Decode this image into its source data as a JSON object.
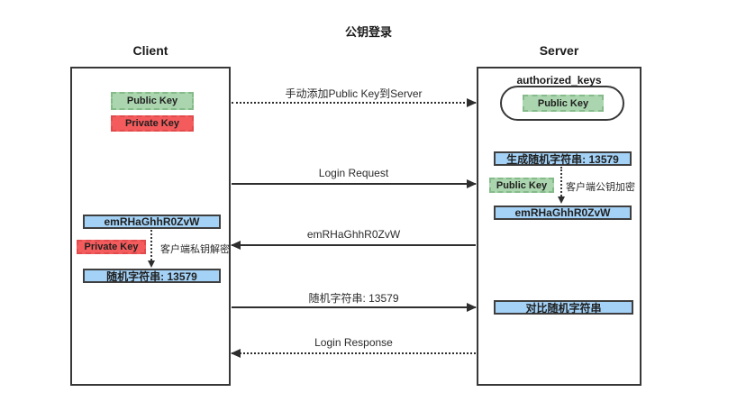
{
  "title": "公钥登录",
  "client": {
    "title": "Client",
    "public_key": "Public Key",
    "private_key": "Private Key",
    "encrypted_string": "emRHaGhhR0ZvW",
    "private_key_decrypt": "Private Key",
    "decrypt_note": "客户端私钥解密",
    "random_string": "随机字符串: 13579"
  },
  "server": {
    "title": "Server",
    "authorized_keys": "authorized_keys",
    "stored_public_key": "Public Key",
    "generate_random": "生成随机字符串: 13579",
    "encrypt_public_key": "Public Key",
    "encrypt_note": "客户端公钥加密",
    "encrypted_string": "emRHaGhhR0ZvW",
    "compare_random": "对比随机字符串"
  },
  "messages": [
    {
      "label": "手动添加Public Key到Server",
      "style": "dotted",
      "direction": "right"
    },
    {
      "label": "Login Request",
      "style": "solid",
      "direction": "right"
    },
    {
      "label": "emRHaGhhR0ZvW",
      "style": "solid",
      "direction": "left"
    },
    {
      "label": "随机字符串: 13579",
      "style": "solid",
      "direction": "right"
    },
    {
      "label": "Login Response",
      "style": "dotted",
      "direction": "left"
    }
  ],
  "colors": {
    "box_blue_fill": "#A4D2F6",
    "box_green_fill": "#ABD5AF",
    "box_red_fill": "#F45B5C",
    "green_border": "#84bb88",
    "red_border": "#e04b4d",
    "dark_border": "#383838",
    "line": "#2e2e2e"
  }
}
